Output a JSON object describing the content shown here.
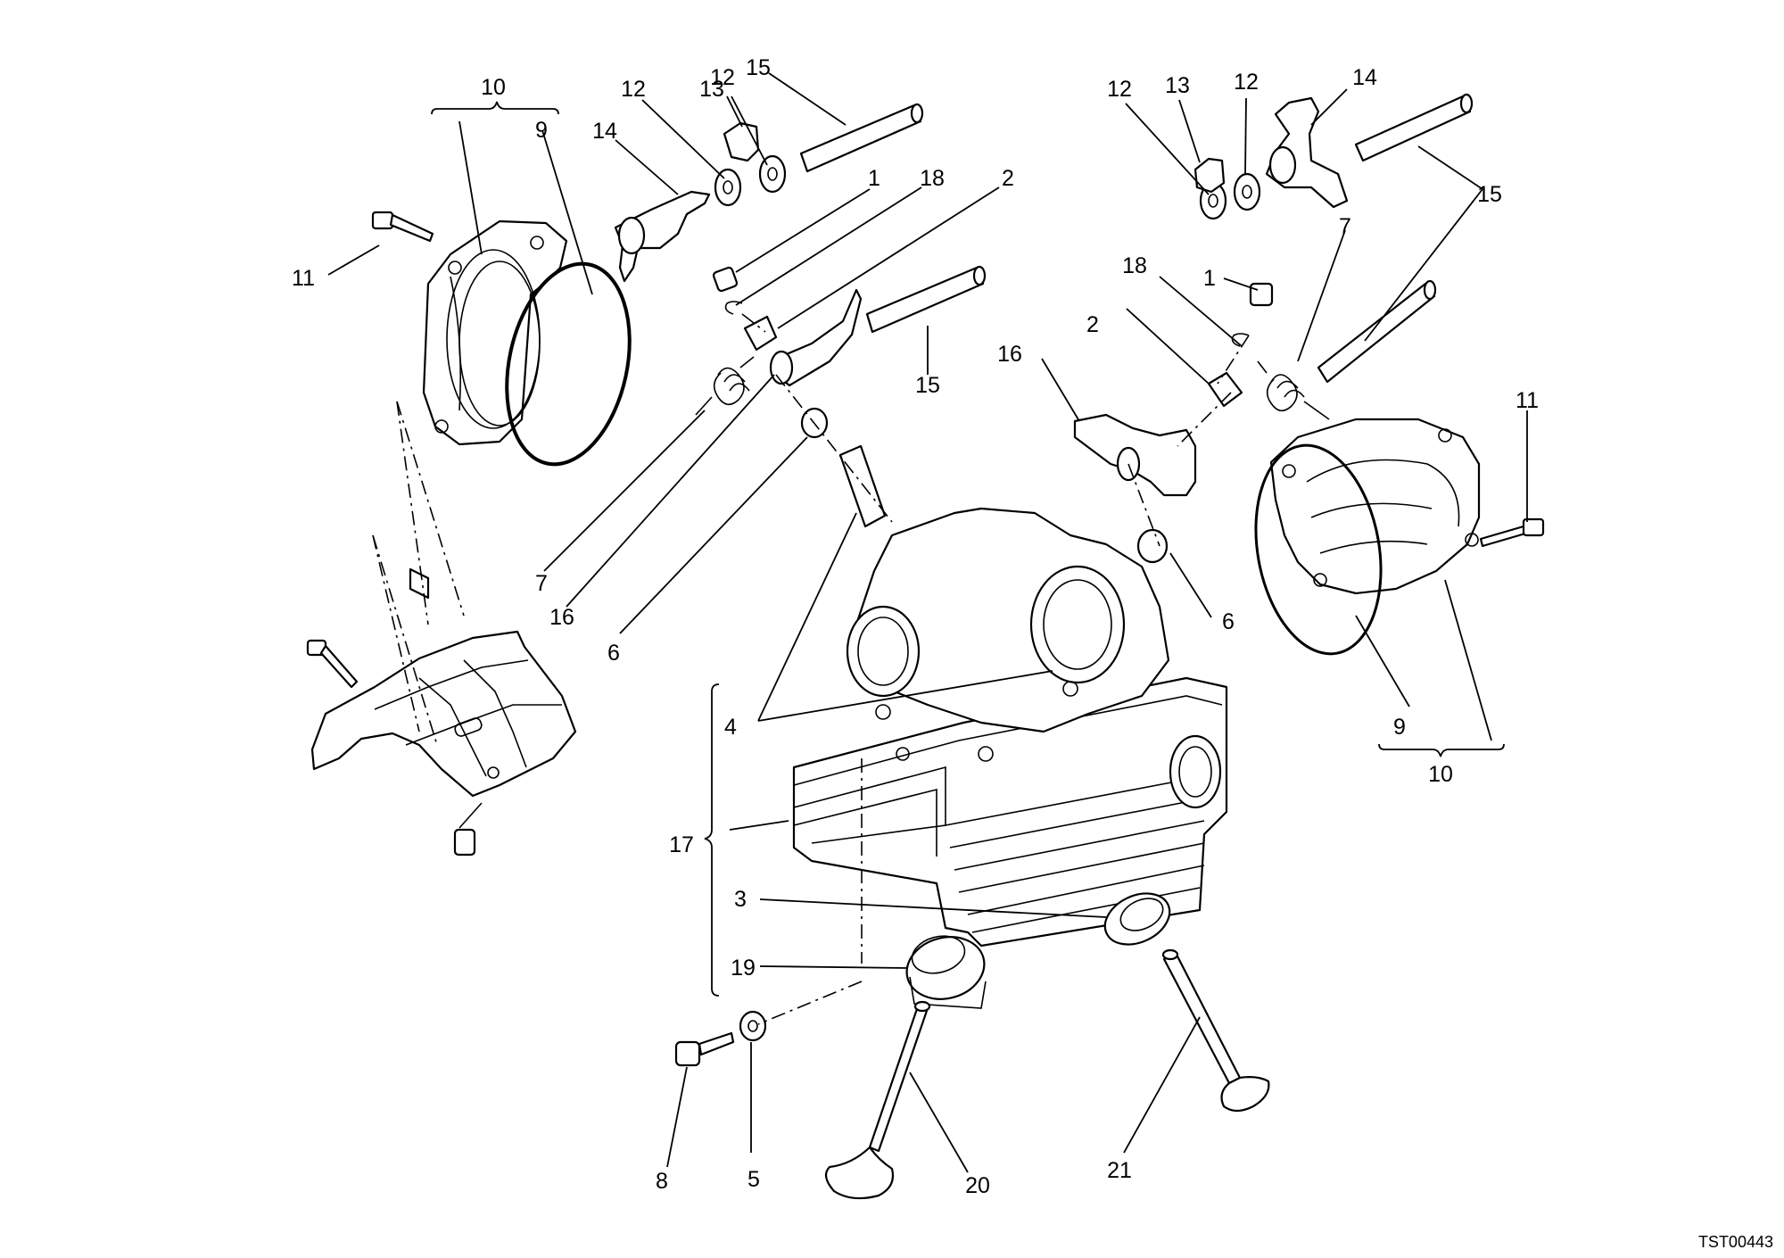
{
  "drawing_code": "TST00443",
  "callouts": [
    "10",
    "9",
    "11",
    "12",
    "13",
    "12",
    "15",
    "14",
    "1",
    "18",
    "2",
    "15",
    "7",
    "16",
    "6",
    "12",
    "13",
    "12",
    "14",
    "15",
    "18",
    "1",
    "7",
    "2",
    "16",
    "11",
    "6",
    "9",
    "10",
    "4",
    "17",
    "3",
    "19",
    "8",
    "5",
    "20",
    "21"
  ]
}
